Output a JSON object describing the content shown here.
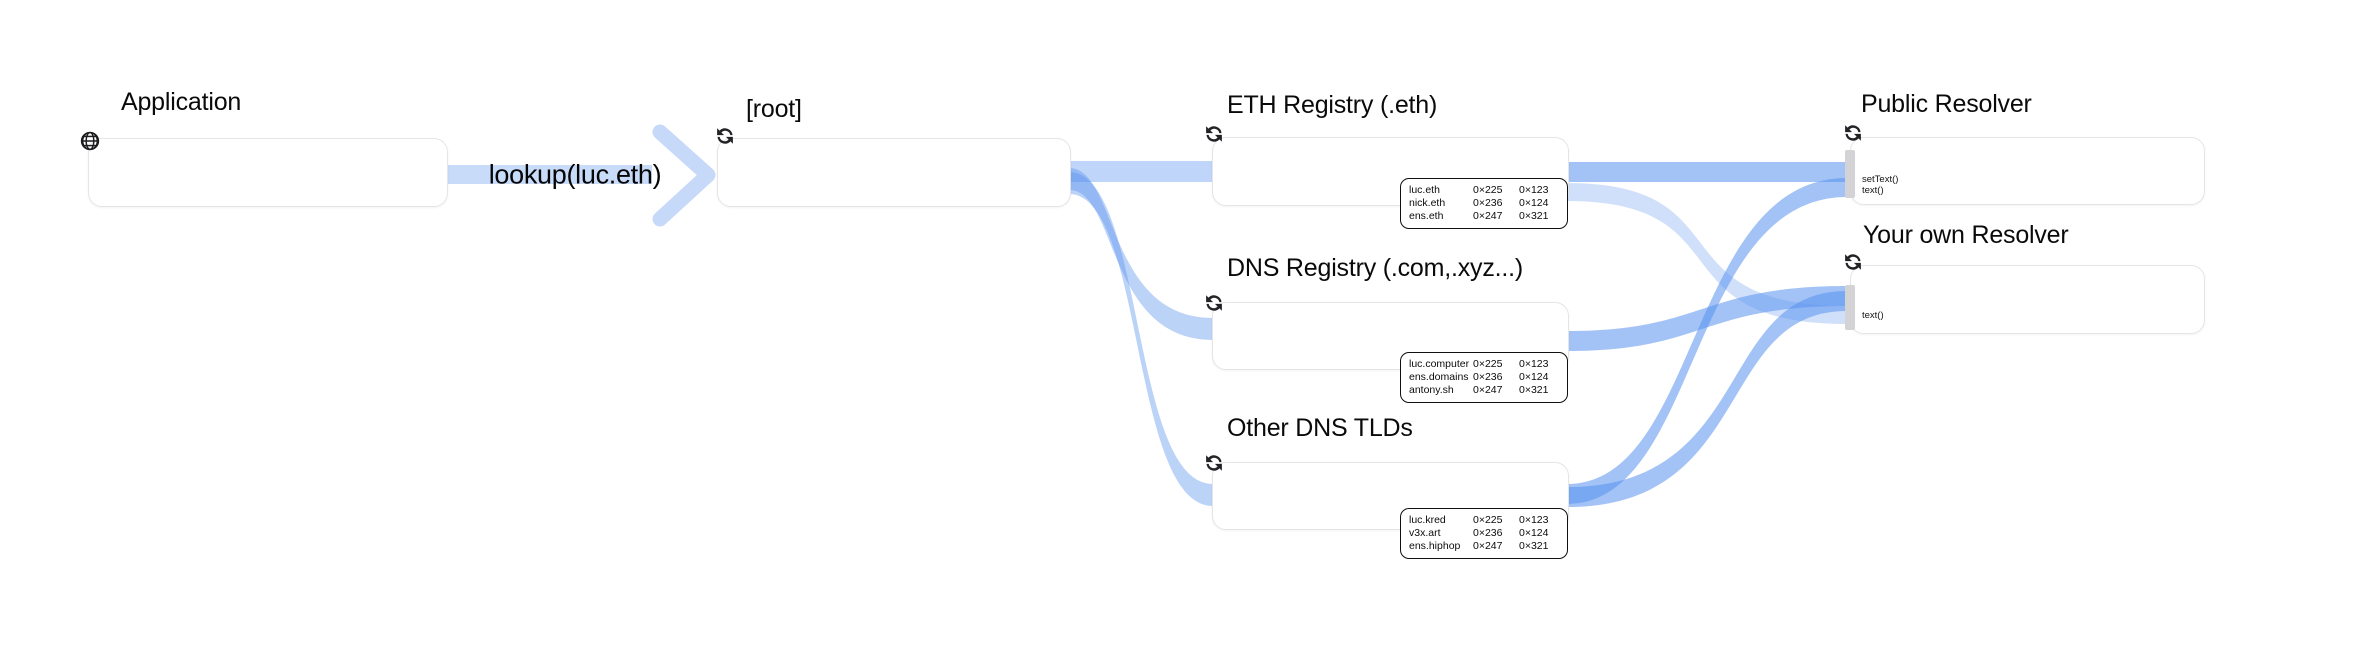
{
  "diagram": {
    "kind": "ens-name-resolution-flow",
    "background": "#ffffff",
    "ribbon_base_color": "#5891ee",
    "ribbon_light_color": "#d3e2fb",
    "ribbon_medium_color": "#a6c5f8",
    "port_color": "#d3d3d6",
    "box_border_color": "#e5e5e8"
  },
  "edge_label": {
    "text": "lookup(luc.eth)"
  },
  "nodes": [
    {
      "id": "application",
      "title": "Application",
      "icon": "globe"
    },
    {
      "id": "root",
      "title": "[root]",
      "icon": "sync"
    },
    {
      "id": "eth-registry",
      "title": "ETH Registry (.eth)",
      "icon": "sync",
      "table": {
        "rows": [
          [
            "luc.eth",
            "0×225",
            "0×123"
          ],
          [
            "nick.eth",
            "0×236",
            "0×124"
          ],
          [
            "ens.eth",
            "0×247",
            "0×321"
          ]
        ]
      }
    },
    {
      "id": "dns-registry",
      "title": "DNS Registry (.com,.xyz...)",
      "icon": "sync",
      "table": {
        "rows": [
          [
            "luc.computer",
            "0×225",
            "0×123"
          ],
          [
            "ens.domains",
            "0×236",
            "0×124"
          ],
          [
            "antony.sh",
            "0×247",
            "0×321"
          ]
        ]
      }
    },
    {
      "id": "other-tlds",
      "title": "Other DNS TLDs",
      "icon": "sync",
      "table": {
        "rows": [
          [
            "luc.kred",
            "0×225",
            "0×123"
          ],
          [
            "v3x.art",
            "0×236",
            "0×124"
          ],
          [
            "ens.hiphop",
            "0×247",
            "0×321"
          ]
        ]
      }
    },
    {
      "id": "public-resolver",
      "title": "Public Resolver",
      "icon": "sync",
      "functions": [
        "setText()",
        "text()"
      ]
    },
    {
      "id": "your-resolver",
      "title": "Your own Resolver",
      "icon": "sync",
      "functions": [
        "text()"
      ]
    }
  ],
  "flows": [
    {
      "from": "application",
      "to": "root",
      "label": "lookup(luc.eth)",
      "weight": "medium"
    },
    {
      "from": "root",
      "to": "eth-registry",
      "weight": "medium"
    },
    {
      "from": "root",
      "to": "dns-registry",
      "weight": "medium"
    },
    {
      "from": "root",
      "to": "other-tlds",
      "weight": "medium"
    },
    {
      "from": "eth-registry",
      "to": "public-resolver",
      "weight": "medium"
    },
    {
      "from": "eth-registry",
      "to": "your-resolver",
      "weight": "light"
    },
    {
      "from": "dns-registry",
      "to": "your-resolver",
      "weight": "medium"
    },
    {
      "from": "other-tlds",
      "to": "public-resolver",
      "weight": "medium"
    },
    {
      "from": "other-tlds",
      "to": "your-resolver",
      "weight": "medium"
    }
  ]
}
